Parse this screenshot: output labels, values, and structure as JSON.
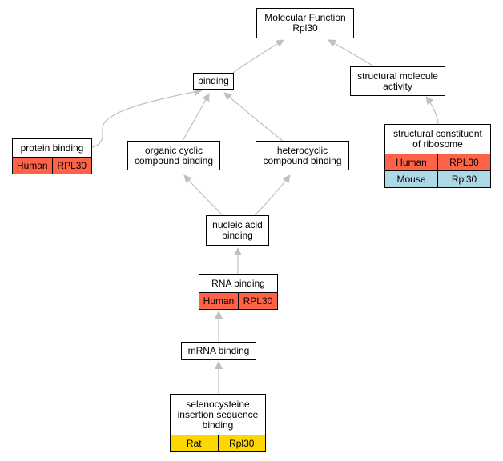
{
  "colors": {
    "edge": "#c0c0c0",
    "human": "#ff6347",
    "mouse": "#add8e6",
    "rat": "#ffd700",
    "node_border": "#000000"
  },
  "nodes": {
    "molecular_function": {
      "label": "Molecular Function\nRpl30"
    },
    "binding": {
      "label": "binding"
    },
    "structural_molecule_activity": {
      "label": "structural molecule\nactivity"
    },
    "protein_binding": {
      "label": "protein binding",
      "annotations": [
        {
          "species": "Human",
          "gene": "RPL30"
        }
      ]
    },
    "organic_cyclic": {
      "label": "organic cyclic\ncompound binding"
    },
    "heterocyclic": {
      "label": "heterocyclic\ncompound binding"
    },
    "structural_constituent_ribosome": {
      "label": "structural constituent\nof ribosome",
      "annotations": [
        {
          "species": "Human",
          "gene": "RPL30"
        },
        {
          "species": "Mouse",
          "gene": "Rpl30"
        }
      ]
    },
    "nucleic_acid_binding": {
      "label": "nucleic acid\nbinding"
    },
    "rna_binding": {
      "label": "RNA binding",
      "annotations": [
        {
          "species": "Human",
          "gene": "RPL30"
        }
      ]
    },
    "mrna_binding": {
      "label": "mRNA binding"
    },
    "selenocysteine": {
      "label": "selenocysteine\ninsertion sequence\nbinding",
      "annotations": [
        {
          "species": "Rat",
          "gene": "Rpl30"
        }
      ]
    }
  }
}
